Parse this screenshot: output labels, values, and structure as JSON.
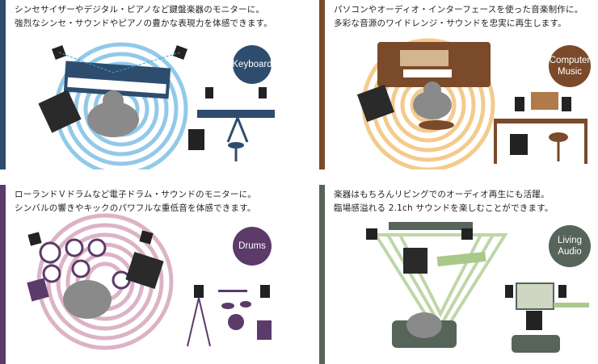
{
  "panels": [
    {
      "caption1": "シンセサイザーやデジタル・ピアノなど鍵盤楽器のモニターに。",
      "caption2": "強烈なシンセ・サウンドやピアノの豊かな表現力を体感できます。",
      "badge": "Keyboard",
      "color": "#2e4d6e",
      "wave": "#7fc0e6"
    },
    {
      "caption1": "パソコンやオーディオ・インターフェースを使った音楽制作に。",
      "caption2": "多彩な音源のワイドレンジ・サウンドを忠実に再生します。",
      "badge": "Computer Music",
      "color": "#7a4a2a",
      "wave": "#f2c27a"
    },
    {
      "caption1": "ローランドＶドラムなど電子ドラム・サウンドのモニターに。",
      "caption2": "シンバルの響きやキックのパワフルな重低音を体感できます。",
      "badge": "Drums",
      "color": "#5c3a6a",
      "wave": "#d7a6bc"
    },
    {
      "caption1": "楽器はもちろんリビングでのオーディオ再生にも活躍。",
      "caption2": "臨場感溢れる 2.1ch サウンドを楽しむことができます。",
      "badge": "Living Audio",
      "color": "#56645a",
      "wave": "#a9c98c"
    }
  ]
}
